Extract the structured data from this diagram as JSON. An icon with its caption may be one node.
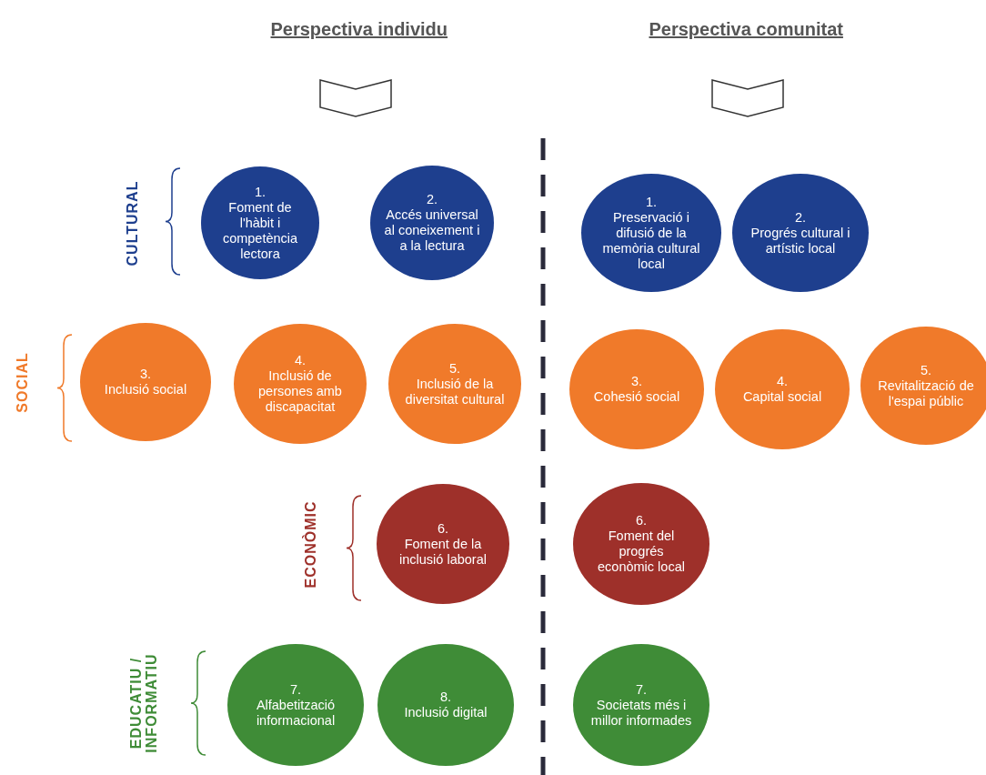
{
  "diagram": {
    "nodes": [
      {
        "text": [
          "1.",
          "Foment de l'hàbit i competència lectora"
        ]
      },
      {
        "text": [
          "2.",
          "Accés universal al coneixement i a  la lectura"
        ]
      },
      {
        "text": [
          "1.",
          "Preservació i difusió de la memòria cultural local"
        ]
      },
      {
        "text": [
          "2.",
          "Progrés cultural i artístic local"
        ]
      },
      {
        "text": [
          "3.",
          "Inclusió social"
        ]
      },
      {
        "text": [
          "4.",
          "Inclusió de persones amb discapacitat"
        ]
      },
      {
        "text": [
          "5.",
          "Inclusió de la diversitat cultural"
        ]
      },
      {
        "text": [
          "3.",
          "Cohesió social"
        ]
      },
      {
        "text": [
          "4.",
          "Capital social"
        ]
      },
      {
        "text": [
          "5.",
          "Revitalització de l'espai públic"
        ]
      },
      {
        "text": [
          "6.",
          "Foment de la inclusió laboral"
        ]
      },
      {
        "text": [
          "6.",
          "Foment del progrés econòmic local"
        ]
      },
      {
        "text": [
          "7.",
          "Alfabetització informacional"
        ]
      },
      {
        "text": [
          "8.",
          "Inclusió digital"
        ]
      },
      {
        "text": [
          "7.",
          "Societats més i millor informades"
        ]
      }
    ],
    "labels": [
      "Perspectiva individu",
      "Perspectiva comunitat",
      "CULTURAL",
      "SOCIAL",
      "ECONÒMIC",
      "EDUCATIU / INFORMATIU"
    ]
  }
}
